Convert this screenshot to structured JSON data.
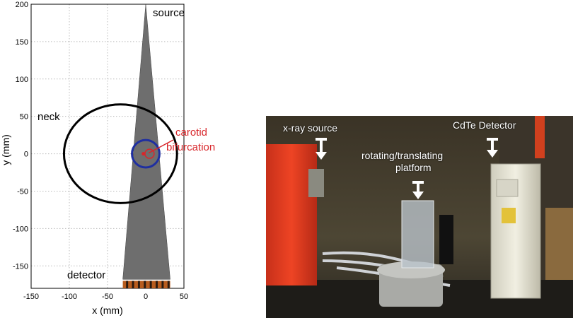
{
  "plot": {
    "xlabel": "x (mm)",
    "ylabel": "y (mm)",
    "xlim": [
      -150,
      50
    ],
    "ylim": [
      -180,
      200
    ],
    "xticks": [
      -150,
      -100,
      -50,
      0,
      50
    ],
    "yticks": [
      -150,
      -100,
      -50,
      0,
      50,
      100,
      150,
      200
    ],
    "grid": true,
    "annotations": {
      "source": "source",
      "neck": "neck",
      "carotid_line1": "carotid",
      "carotid_line2": "bifurcation",
      "detector": "detector"
    },
    "colors": {
      "beam": "#6e6e6e",
      "neck": "#000000",
      "vessel": "#1f2fa0",
      "carotid": "#d8262a",
      "detector": "#b85c1e"
    }
  },
  "photo": {
    "labels": {
      "xray_source": "x-ray source",
      "platform_line1": "rotating/translating",
      "platform_line2": "platform",
      "detector": "CdTe Detector"
    },
    "colors": {
      "source_housing": "#e23b1e",
      "detector_housing": "#e8e6d6"
    }
  }
}
